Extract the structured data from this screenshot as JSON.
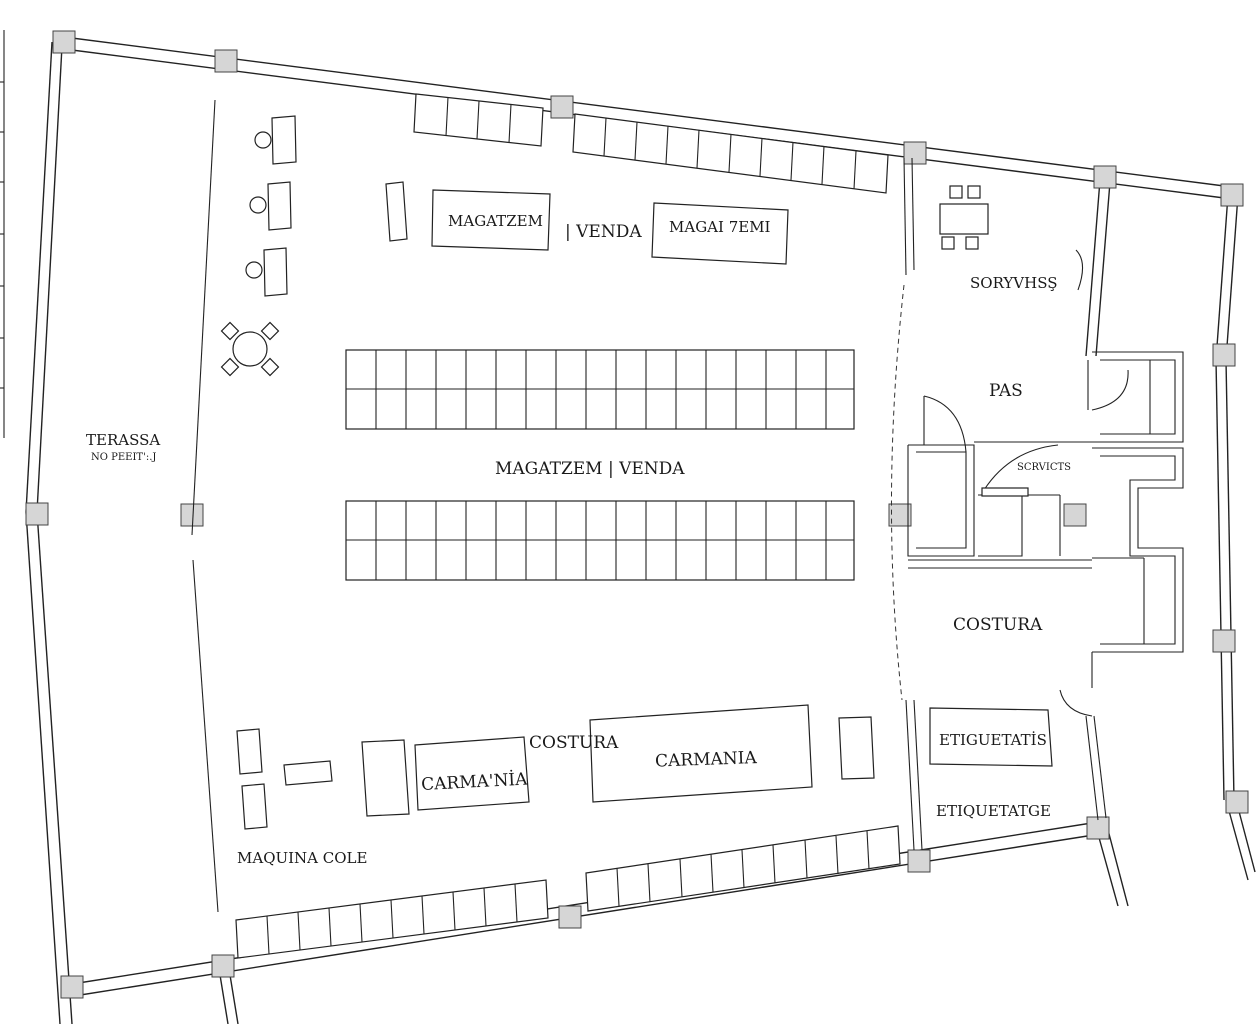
{
  "labels": {
    "terassa": "TERASSA",
    "terassa_sub": "NO PEEIT':.J",
    "magatzem_top": "MAGATZEM",
    "venda_top": "| VENDA",
    "magai_top": "MAGAI 7EMI",
    "magatzem_venda": "MAGATZEM | VENDA",
    "costura_bottom": "COSTURA",
    "carmania_small": "CARMA'NİA",
    "carmania_large": "CARMANIA",
    "maquina": "MAQUINA  COLE",
    "soryvhss": "SORYVHSŞ",
    "pas": "PAS",
    "scrvicts": "SCRVICTS",
    "costura_right": "COSTURA",
    "etiquetatis": "ETIGUETATİS",
    "etiquetatge": "ETIQUETATGE"
  },
  "colors": {
    "line": "#222222",
    "column_fill": "#d6d6d6",
    "background": "#ffffff"
  }
}
